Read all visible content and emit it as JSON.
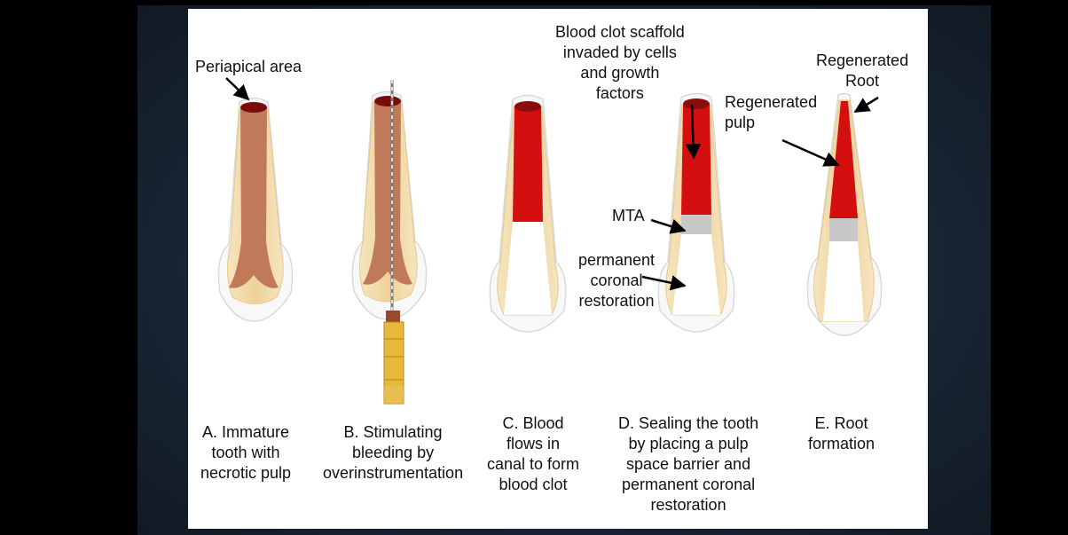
{
  "annotations": {
    "periapical": "Periapical area",
    "scaffold": [
      "Blood clot scaffold",
      "invaded by cells",
      "and growth",
      "factors"
    ],
    "regen_root": [
      "Regenerated",
      "Root"
    ],
    "regen_pulp": [
      "Regenerated",
      "pulp"
    ],
    "mta": "MTA",
    "coronal": [
      "permanent",
      "coronal",
      "restoration"
    ]
  },
  "captions": {
    "a": [
      "A. Immature",
      "tooth with",
      "necrotic pulp"
    ],
    "b": [
      "B. Stimulating",
      "bleeding by",
      "overinstrumentation"
    ],
    "c": [
      "C. Blood",
      "flows in",
      "canal to form",
      "blood clot"
    ],
    "d": [
      "D. Sealing the tooth",
      "by placing a pulp",
      "space barrier and",
      "permanent coronal",
      "restoration"
    ],
    "e": [
      "E. Root",
      "formation"
    ]
  },
  "colors": {
    "background": "#000000",
    "slide": "#ffffff",
    "dentin": "#f2dcaa",
    "enamel_outline": "#d9d9d9",
    "necrotic_pulp": "#c07a5a",
    "pulp_top": "#7a0c0c",
    "blood": "#d40f0f",
    "mta": "#c8c8c8",
    "file_handle": "#e8b83a"
  }
}
